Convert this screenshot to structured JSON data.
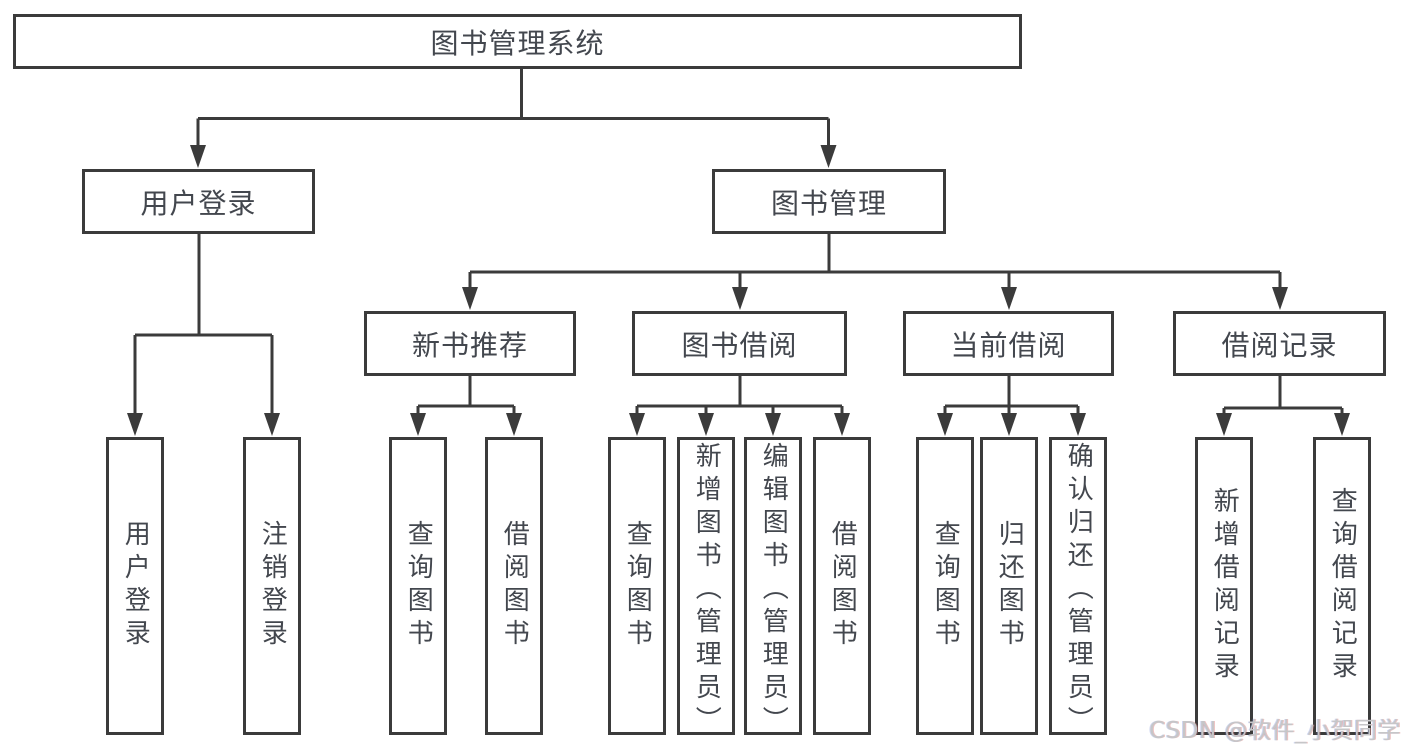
{
  "colors": {
    "line": "#3b3b3b",
    "box_border": "#3b3b3b",
    "text": "#43474e",
    "background": "#ffffff",
    "watermark": "#c6c6c8"
  },
  "watermark": {
    "text": "CSDN @软件_小贺同学"
  },
  "tree": {
    "label": "图书管理系统",
    "children": [
      {
        "label": "用户登录",
        "children": [
          {
            "label": "用户登录"
          },
          {
            "label": "注销登录"
          }
        ]
      },
      {
        "label": "图书管理",
        "children": [
          {
            "label": "新书推荐",
            "children": [
              {
                "label": "查询图书"
              },
              {
                "label": "借阅图书"
              }
            ]
          },
          {
            "label": "图书借阅",
            "children": [
              {
                "label": "查询图书"
              },
              {
                "label": "新增图书（管理员）"
              },
              {
                "label": "编辑图书（管理员）"
              },
              {
                "label": "借阅图书"
              }
            ]
          },
          {
            "label": "当前借阅",
            "children": [
              {
                "label": "查询图书"
              },
              {
                "label": "归还图书"
              },
              {
                "label": "确认归还（管理员）"
              }
            ]
          },
          {
            "label": "借阅记录",
            "children": [
              {
                "label": "新增借阅记录"
              },
              {
                "label": "查询借阅记录"
              }
            ]
          }
        ]
      }
    ]
  }
}
